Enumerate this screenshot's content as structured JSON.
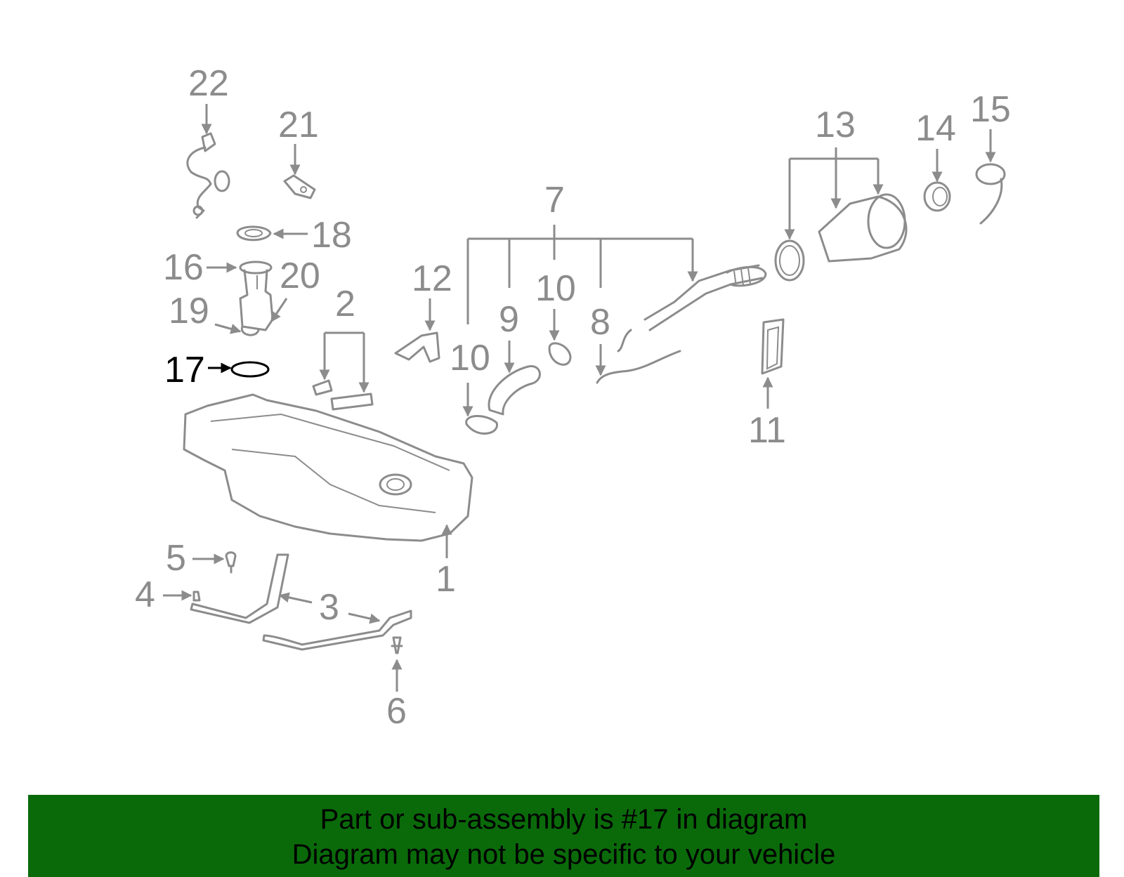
{
  "callouts": {
    "c1": "1",
    "c2": "2",
    "c3": "3",
    "c4": "4",
    "c5": "5",
    "c6": "6",
    "c7": "7",
    "c8": "8",
    "c9": "9",
    "c10a": "10",
    "c10b": "10",
    "c11": "11",
    "c12": "12",
    "c13": "13",
    "c14": "14",
    "c15": "15",
    "c16": "16",
    "c17": "17",
    "c18": "18",
    "c19": "19",
    "c20": "20",
    "c21": "21",
    "c22": "22"
  },
  "highlighted_part": "17",
  "banner": {
    "line1": "Part or sub-assembly is #17 in diagram",
    "line2": "Diagram may not be specific to your vehicle"
  },
  "colors": {
    "part_gray": "#8c8c8c",
    "highlight": "#000000",
    "banner_bg": "#0a6a0a"
  }
}
